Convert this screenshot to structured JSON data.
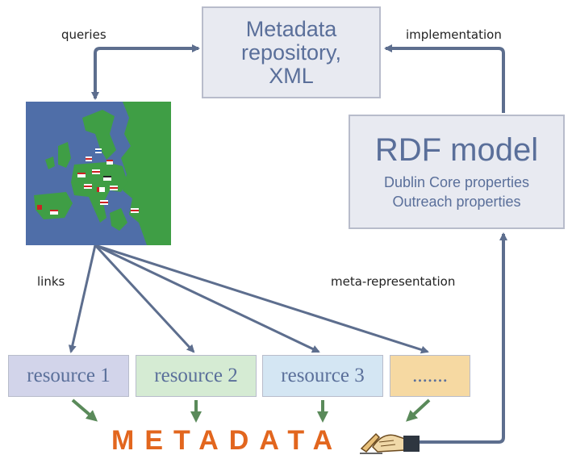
{
  "repository": {
    "line1": "Metadata",
    "line2": "repository,",
    "line3": "XML"
  },
  "rdf_model": {
    "title": "RDF model",
    "line1": "Dublin Core properties",
    "line2": "Outreach properties"
  },
  "labels": {
    "queries": "queries",
    "implementation": "implementation",
    "links": "links",
    "meta_representation": "meta-representation"
  },
  "resources": [
    "resource 1",
    "resource 2",
    "resource 3",
    "......."
  ],
  "metadata_text": "METADATA",
  "colors": {
    "arrow_blue": "#5d6e8e",
    "arrow_green": "#5a8a5a",
    "metadata_orange": "#e2661e",
    "map_sea": "#4f6ea8",
    "map_land": "#3f9e45"
  },
  "icons": {
    "map": "europe-map-icon",
    "hand": "writing-hand-icon"
  }
}
